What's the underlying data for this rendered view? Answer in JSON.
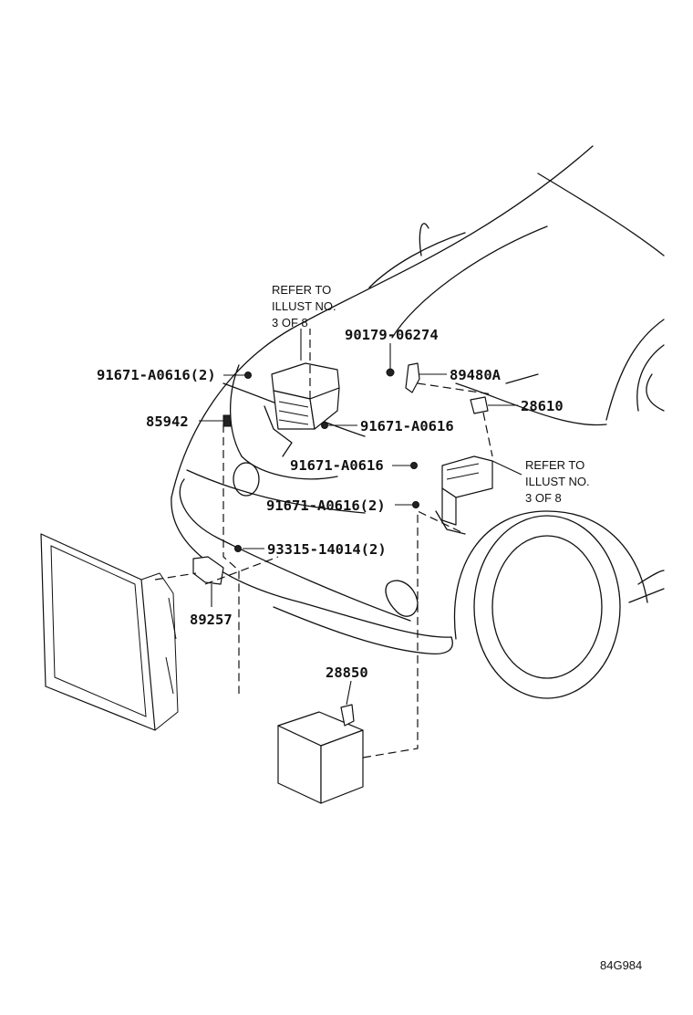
{
  "diagram": {
    "callouts": [
      {
        "id": "c1",
        "text": "90179-06274"
      },
      {
        "id": "c2",
        "text": "89480A"
      },
      {
        "id": "c3",
        "text": "91671-A0616(2)"
      },
      {
        "id": "c4",
        "text": "28610"
      },
      {
        "id": "c5",
        "text": "85942"
      },
      {
        "id": "c6",
        "text": "91671-A0616"
      },
      {
        "id": "c7",
        "text": "91671-A0616"
      },
      {
        "id": "c8",
        "text": "91671-A0616(2)"
      },
      {
        "id": "c9",
        "text": "93315-14014(2)"
      },
      {
        "id": "c10",
        "text": "89257"
      },
      {
        "id": "c11",
        "text": "28850"
      }
    ],
    "notes": [
      {
        "id": "n1",
        "lines": [
          "REFER TO",
          "ILLUST NO.",
          "3 OF 8"
        ]
      },
      {
        "id": "n2",
        "lines": [
          "REFER TO",
          "ILLUST NO.",
          "3 OF 8"
        ]
      }
    ],
    "figure_code": "84G984"
  }
}
